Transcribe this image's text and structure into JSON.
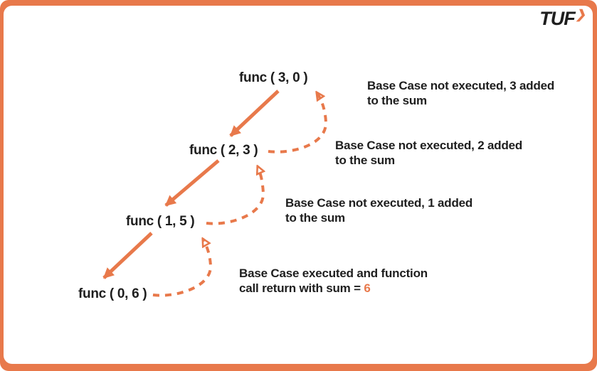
{
  "colors": {
    "accent": "#E8794B",
    "text": "#1E1E1E"
  },
  "logo": {
    "text": "TUF",
    "chevron": "❯"
  },
  "diagram": {
    "calls": [
      {
        "label": "func ( 3, 0 )"
      },
      {
        "label": "func ( 2, 3 )"
      },
      {
        "label": "func ( 1, 5 )"
      },
      {
        "label": "func ( 0, 6 )"
      }
    ],
    "annotations": [
      {
        "line1": "Base Case not executed, 3 added",
        "line2": "to the sum"
      },
      {
        "line1": "Base Case not executed, 2 added",
        "line2": "to the sum"
      },
      {
        "line1": "Base Case not executed, 1 added",
        "line2": "to the sum"
      },
      {
        "line1": "Base Case executed and function",
        "line2_prefix": "call return with sum = ",
        "line2_value": "6"
      }
    ]
  }
}
